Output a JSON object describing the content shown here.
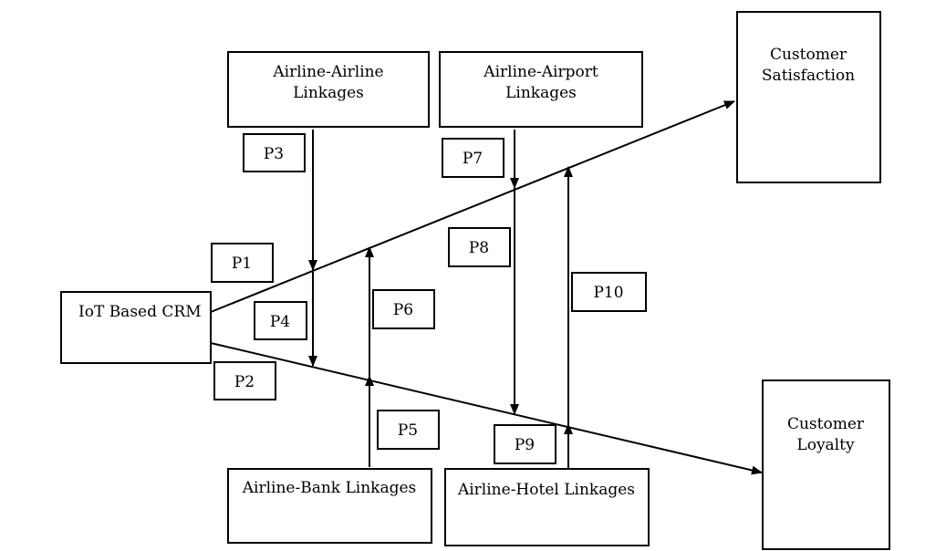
{
  "nodes": {
    "iot_crm": {
      "line1": "IoT Based CRM"
    },
    "airline_airline": {
      "line1": "Airline-Airline",
      "line2": "Linkages"
    },
    "airline_airport": {
      "line1": "Airline-Airport",
      "line2": "Linkages"
    },
    "customer_satisfaction": {
      "line1": "Customer",
      "line2": "Satisfaction"
    },
    "customer_loyalty": {
      "line1": "Customer",
      "line2": "Loyalty"
    },
    "airline_bank": {
      "line1": "Airline-Bank Linkages"
    },
    "airline_hotel": {
      "line1": "Airline-Hotel Linkages"
    }
  },
  "propositions": {
    "p1": "P1",
    "p2": "P2",
    "p3": "P3",
    "p4": "P4",
    "p5": "P5",
    "p6": "P6",
    "p7": "P7",
    "p8": "P8",
    "p9": "P9",
    "p10": "P10"
  },
  "colors": {
    "stroke": "#000000",
    "background": "#ffffff"
  }
}
